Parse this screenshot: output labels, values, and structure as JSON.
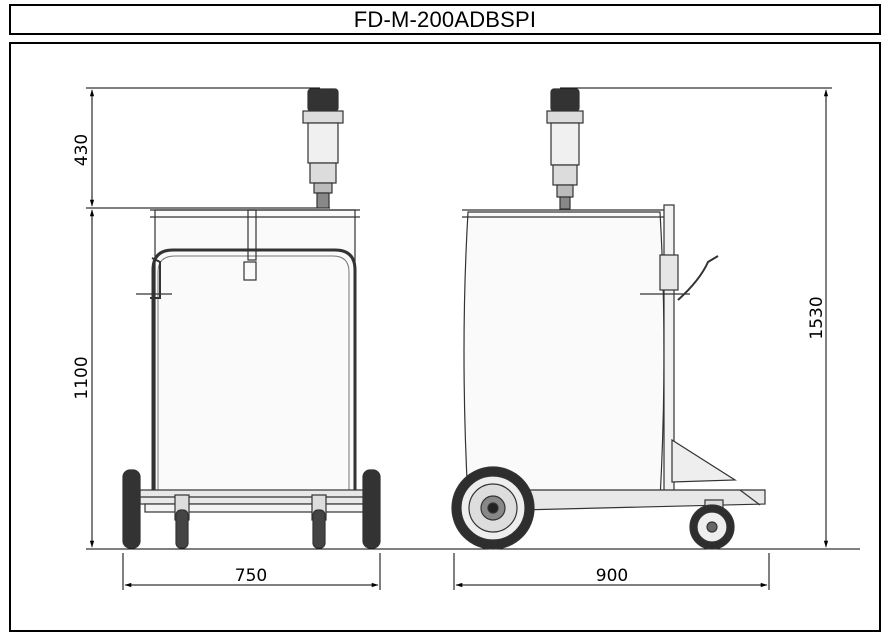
{
  "title": "FD-M-200ADBSPI",
  "dimensions": {
    "height_pump": "430",
    "height_drum": "1100",
    "height_total": "1530",
    "width_front": "750",
    "width_side": "900"
  }
}
